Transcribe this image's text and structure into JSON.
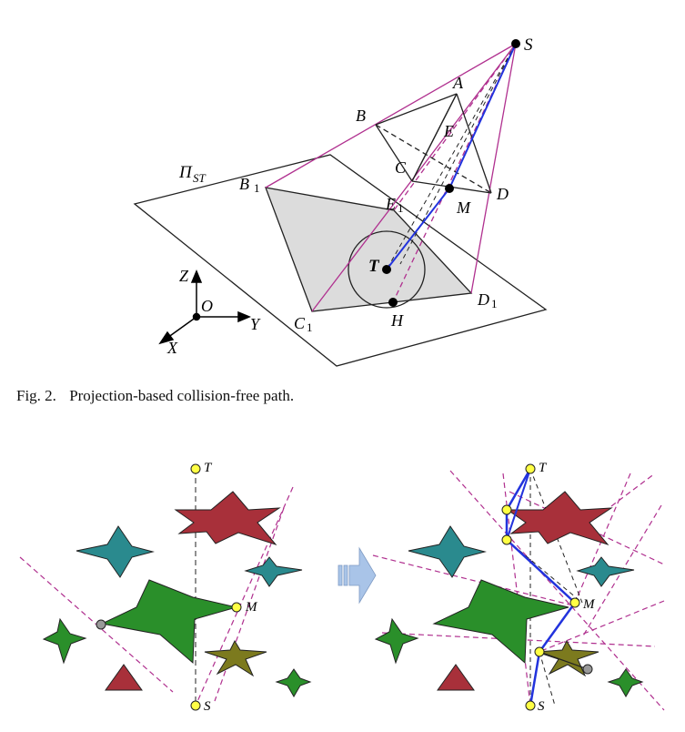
{
  "figure2": {
    "caption_number": "Fig. 2.",
    "caption_text": "Projection-based collision-free path.",
    "labels": {
      "S": "S",
      "A": "A",
      "B": "B",
      "E": "E",
      "C": "C",
      "D": "D",
      "M": "M",
      "B1": "B",
      "B1_sub": "1",
      "E1": "E",
      "E1_sub": "1",
      "T": "T",
      "H": "H",
      "C1": "C",
      "C1_sub": "1",
      "D1": "D",
      "D1_sub": "1",
      "plane": "Π",
      "plane_sub": "ST",
      "axis_z": "Z",
      "axis_y": "Y",
      "axis_x": "X",
      "origin": "O"
    }
  },
  "figure3": {
    "left_labels": {
      "T": "T",
      "M": "M",
      "S": "S"
    },
    "right_labels": {
      "T": "T",
      "M": "M",
      "S": "S"
    }
  },
  "colors": {
    "purple": "#b0308f",
    "blue": "#2233dd",
    "teal": "#2a8a8e",
    "red": "#a8303a",
    "green": "#2a8f2a",
    "olive": "#7c7a1e",
    "yellow": "#ffff44",
    "arrow": "#a9c4e8"
  }
}
